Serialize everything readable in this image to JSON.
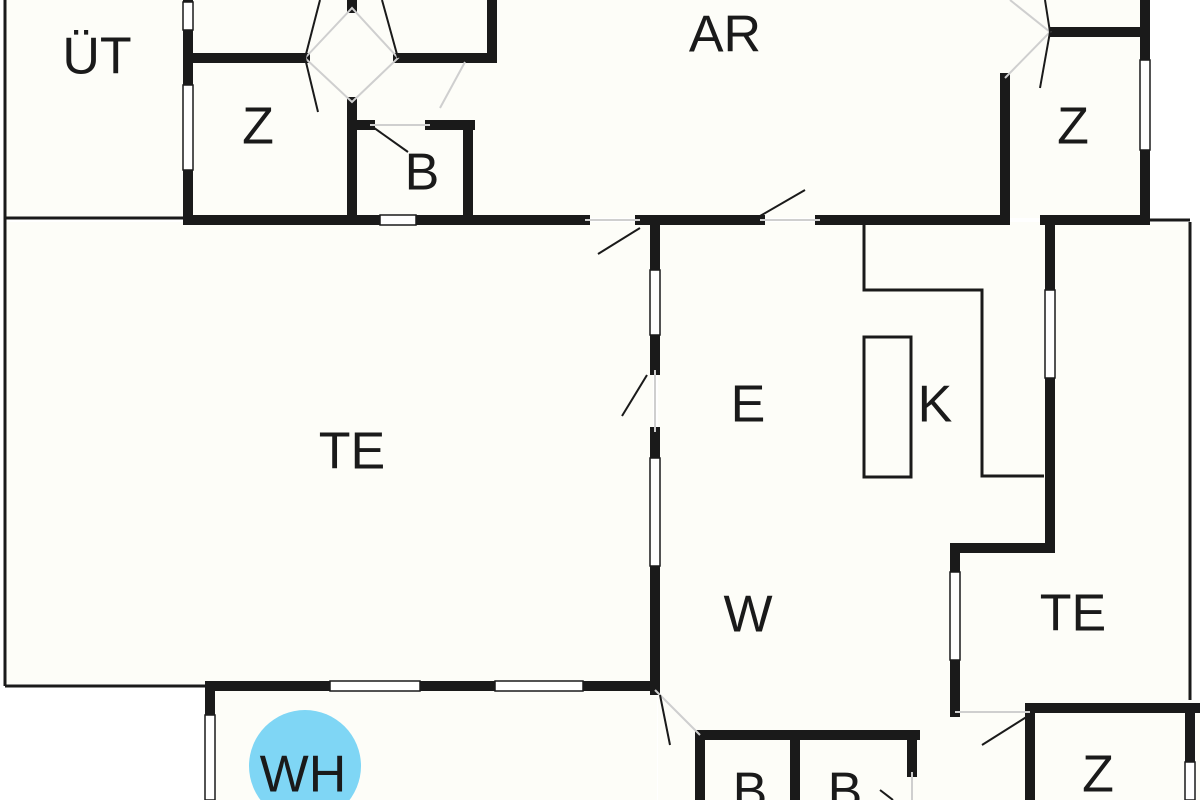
{
  "rooms": [
    {
      "id": "ut",
      "label": "ÜT"
    },
    {
      "id": "ar",
      "label": "AR"
    },
    {
      "id": "z1",
      "label": "Z"
    },
    {
      "id": "b1",
      "label": "B"
    },
    {
      "id": "z2",
      "label": "Z"
    },
    {
      "id": "te1",
      "label": "TE"
    },
    {
      "id": "e",
      "label": "E"
    },
    {
      "id": "k",
      "label": "K"
    },
    {
      "id": "w",
      "label": "W"
    },
    {
      "id": "te2",
      "label": "TE"
    },
    {
      "id": "wh",
      "label": "WH"
    },
    {
      "id": "b2",
      "label": "B"
    },
    {
      "id": "b3",
      "label": "B"
    },
    {
      "id": "z3",
      "label": "Z"
    }
  ],
  "colors": {
    "floor": "#fdfdf8",
    "wall": "#1a1a1a",
    "marker": "#7fd6f5"
  },
  "marker_room": "wh"
}
